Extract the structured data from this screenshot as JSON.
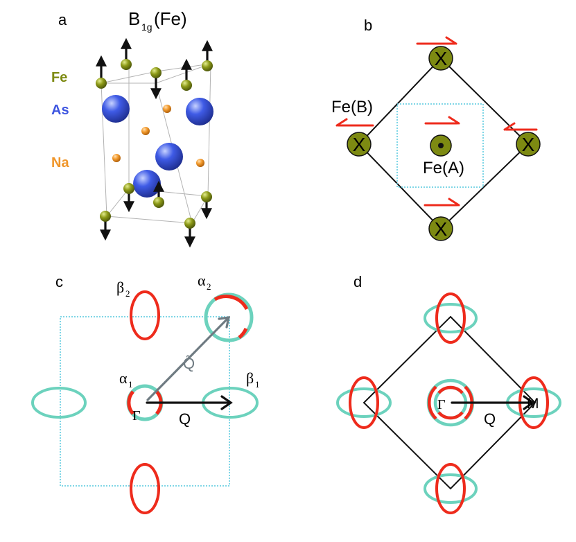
{
  "colors": {
    "fe": "#7d8a12",
    "as": "#3d55e0",
    "na": "#f0962a",
    "arrow_red": "#ee2b1c",
    "teal": "#6cd2bd",
    "dotted": "#55c8de",
    "gray_arrow": "#6f7b82",
    "black": "#000000"
  },
  "panel_a": {
    "label": "a",
    "title_main": "B",
    "title_sub": "1g",
    "title_tail": "(Fe)",
    "legend": [
      {
        "label": "Fe",
        "color": "#7d8a12"
      },
      {
        "label": "As",
        "color": "#3d55e0"
      },
      {
        "label": "Na",
        "color": "#f0962a"
      }
    ]
  },
  "panel_b": {
    "label": "b",
    "site_b_label": "Fe(B)",
    "site_a_label": "Fe(A)",
    "cross_glyph": "X"
  },
  "panel_c": {
    "label": "c",
    "beta2_main": "β",
    "beta2_sub": "2",
    "alpha2_main": "α",
    "alpha2_sub": "2",
    "alpha1_main": "α",
    "alpha1_sub": "1",
    "beta1_main": "β",
    "beta1_sub": "1",
    "gamma": "Γ",
    "q_tilde": "Q̃",
    "q": "Q"
  },
  "panel_d": {
    "label": "d",
    "gamma": "Γ",
    "m": "M",
    "q": "Q"
  }
}
